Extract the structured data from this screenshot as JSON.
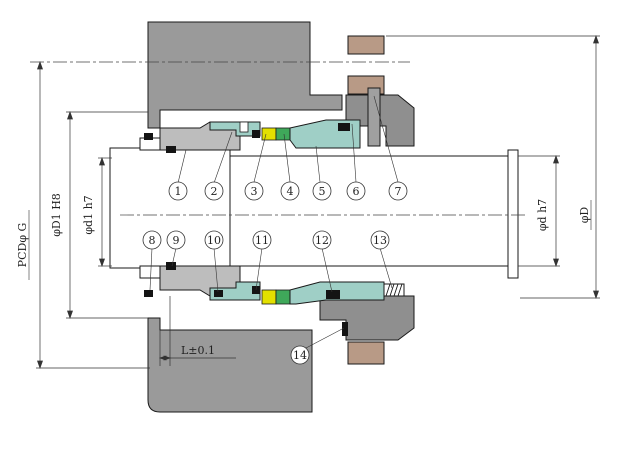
{
  "colors": {
    "housing": "#9a9a9a",
    "shaft": "#ffffff",
    "sleeve": "#bdbdbd",
    "gland": "#8f8f8f",
    "seat_teal": "#9fcfc6",
    "face_yellow": "#e3e000",
    "face_green": "#3fa85a",
    "oring": "#141414",
    "pin_flange": "#b89a86",
    "outline": "#1a1a1a"
  },
  "dimensions": {
    "pcd_g": "PCDφ G",
    "d1_h8": "φD1 H8",
    "d1_h7": "φd1 h7",
    "d_h7": "φd h7",
    "big_d": "φD",
    "install_length": "L±0.1"
  },
  "balloons": [
    "1",
    "2",
    "3",
    "4",
    "5",
    "6",
    "7",
    "8",
    "9",
    "10",
    "11",
    "12",
    "13",
    "14"
  ]
}
